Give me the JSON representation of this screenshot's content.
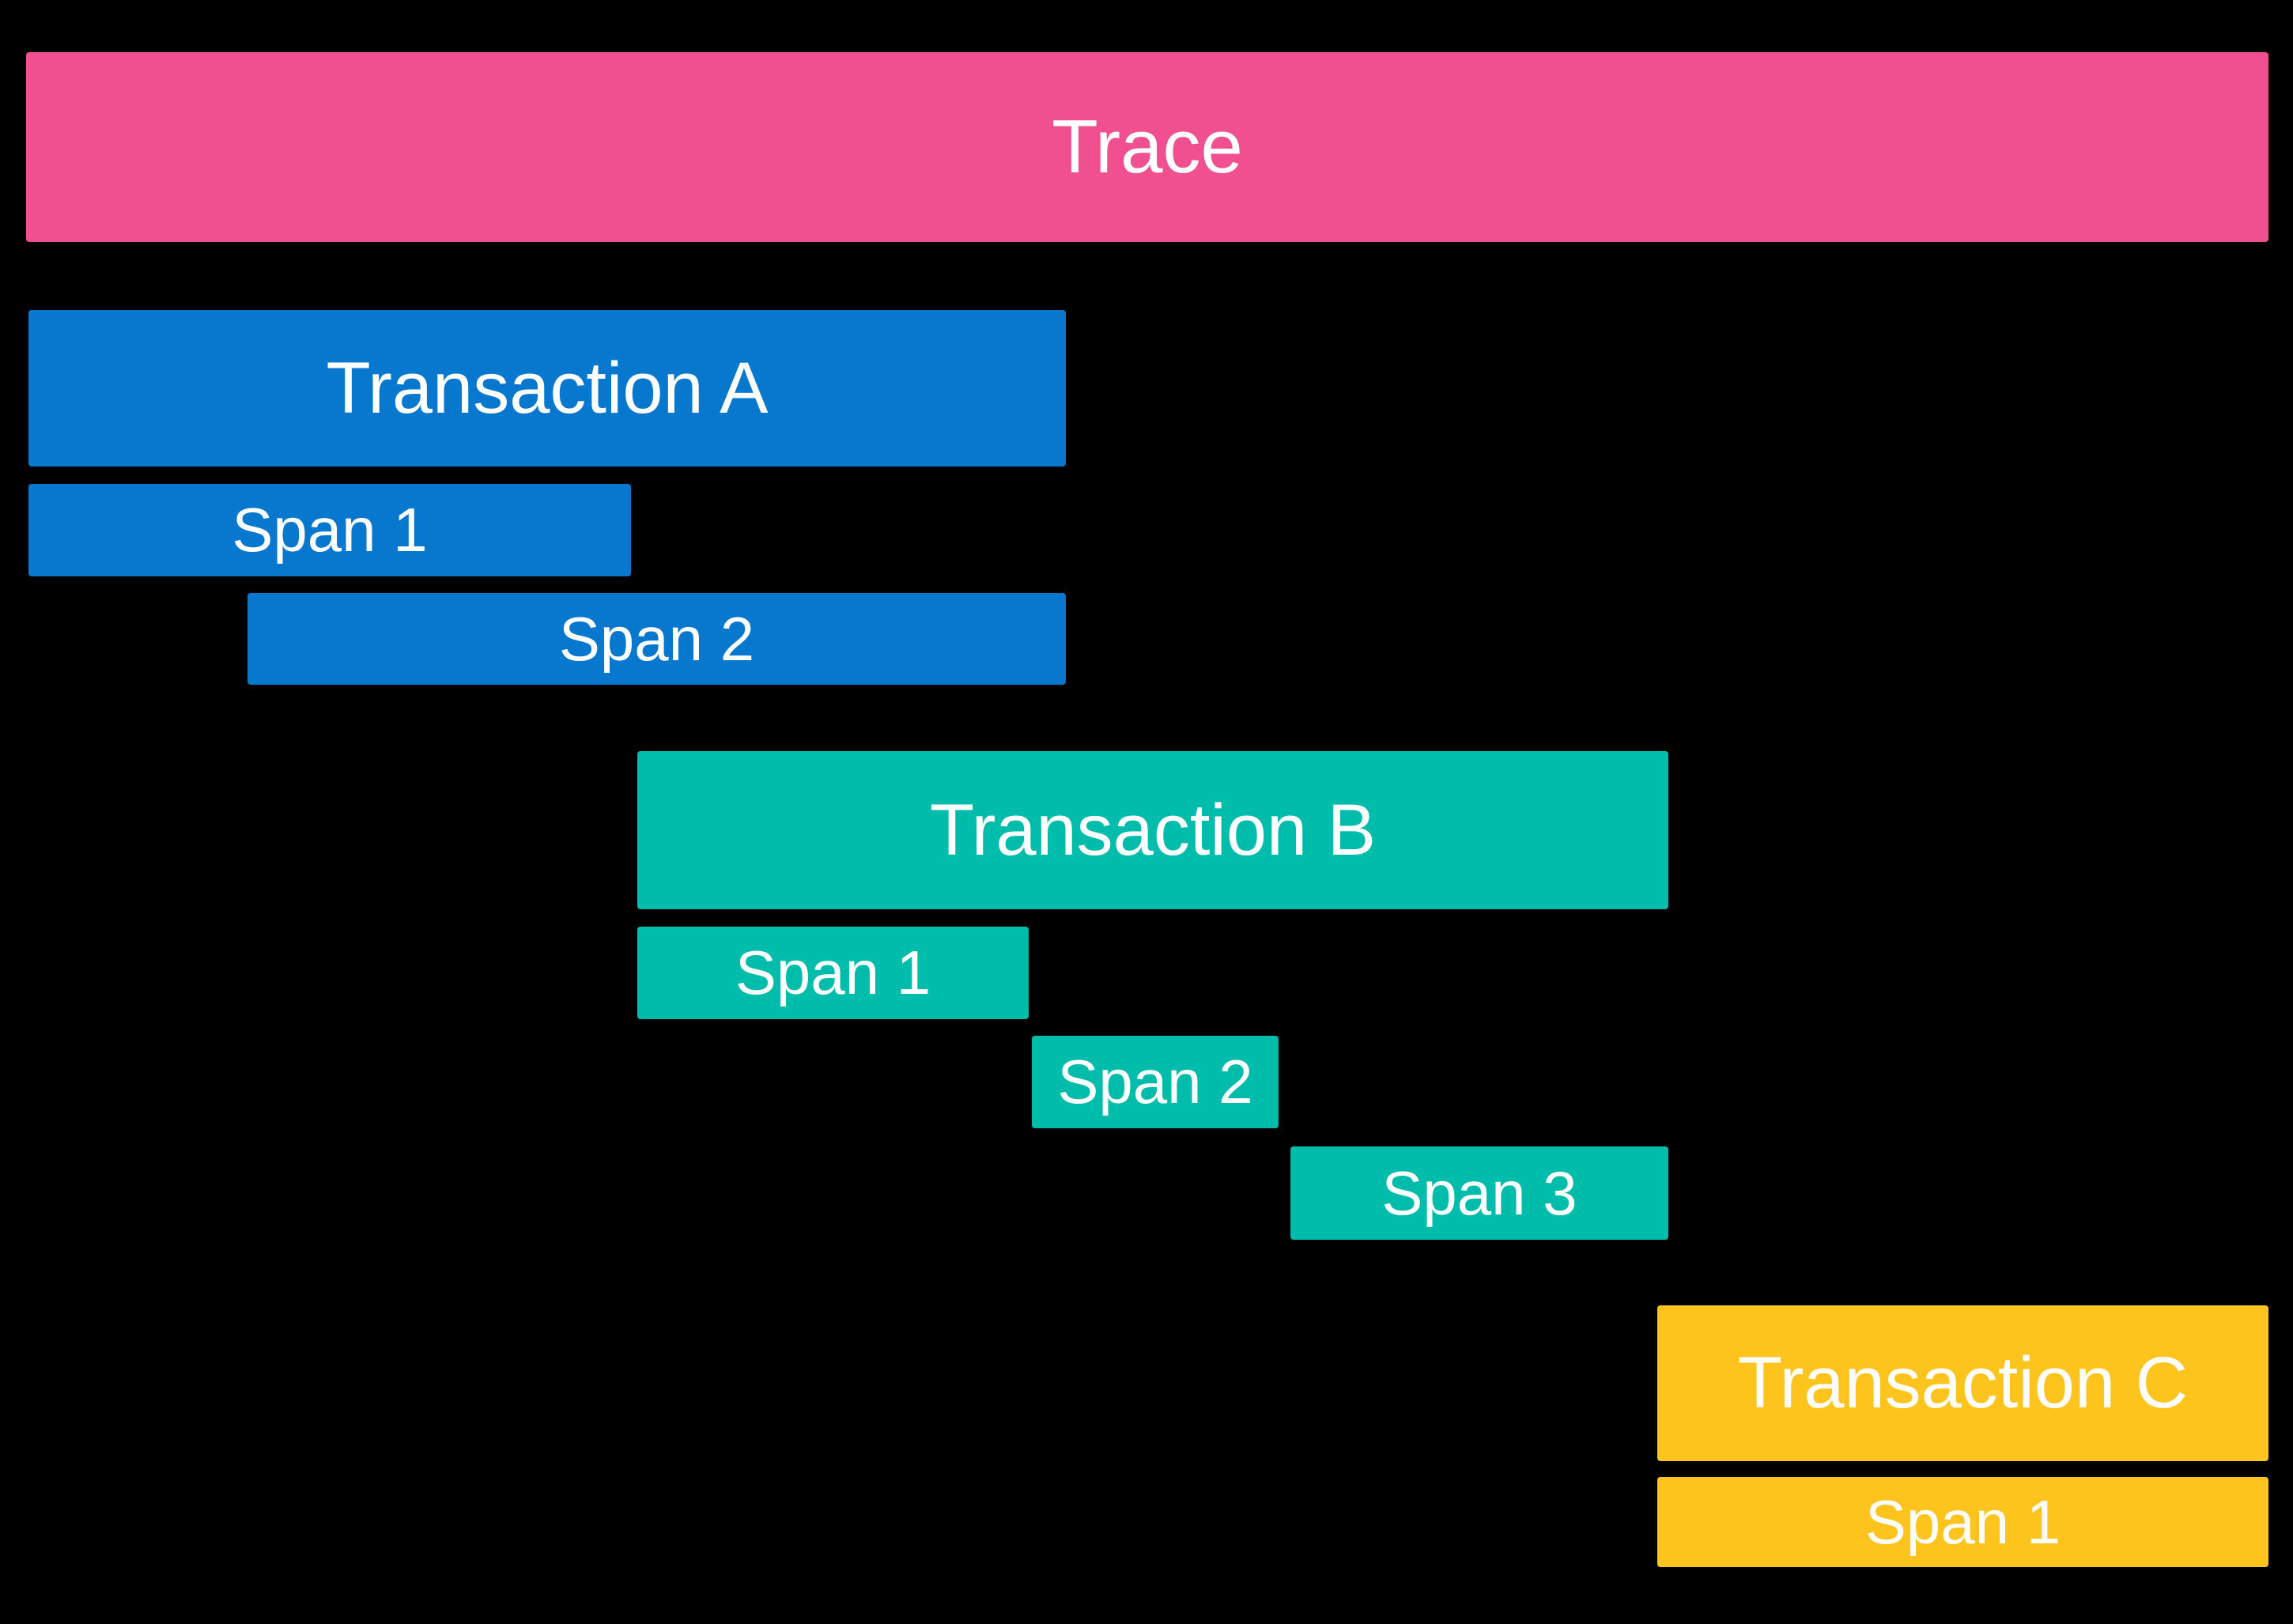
{
  "colors": {
    "background": "#000000",
    "label_text": "#ffffff"
  },
  "trace": {
    "label": "Trace",
    "color": "#f0508f"
  },
  "transactions": [
    {
      "label": "Transaction A",
      "color": "#0878ce",
      "spans": [
        {
          "label": "Span 1"
        },
        {
          "label": "Span 2"
        }
      ]
    },
    {
      "label": "Transaction B",
      "color": "#00bcab",
      "spans": [
        {
          "label": "Span 1"
        },
        {
          "label": "Span 2"
        },
        {
          "label": "Span 3"
        }
      ]
    },
    {
      "label": "Transaction C",
      "color": "#fdc41e",
      "spans": [
        {
          "label": "Span 1"
        }
      ]
    }
  ]
}
